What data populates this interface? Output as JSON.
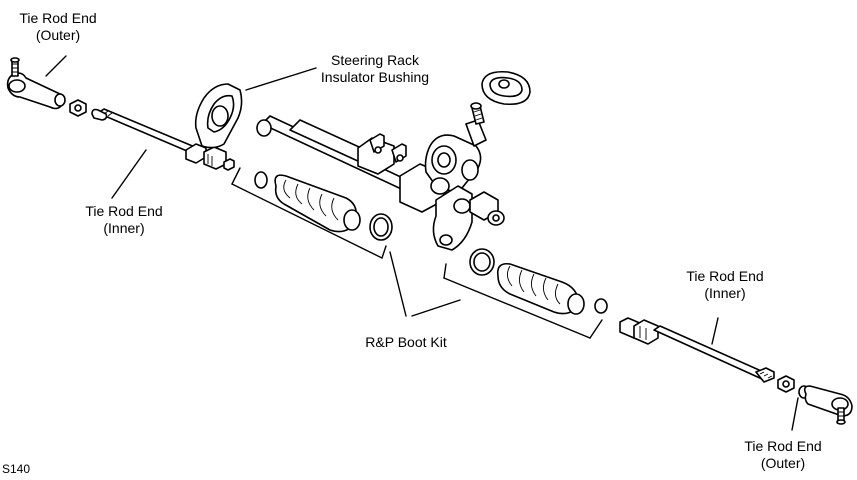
{
  "labels": {
    "tie_rod_outer_left": [
      "Tie Rod End",
      "(Outer)"
    ],
    "tie_rod_inner_left": [
      "Tie Rod End",
      "(Inner)"
    ],
    "insulator_bushing": [
      "Steering Rack",
      "Insulator Bushing"
    ],
    "boot_kit": "R&P Boot Kit",
    "tie_rod_inner_right": [
      "Tie Rod End",
      "(Inner)"
    ],
    "tie_rod_outer_right": [
      "Tie Rod End",
      "(Outer)"
    ]
  },
  "figure_code": "S140",
  "colors": {
    "line": "#000000",
    "background": "#ffffff"
  }
}
